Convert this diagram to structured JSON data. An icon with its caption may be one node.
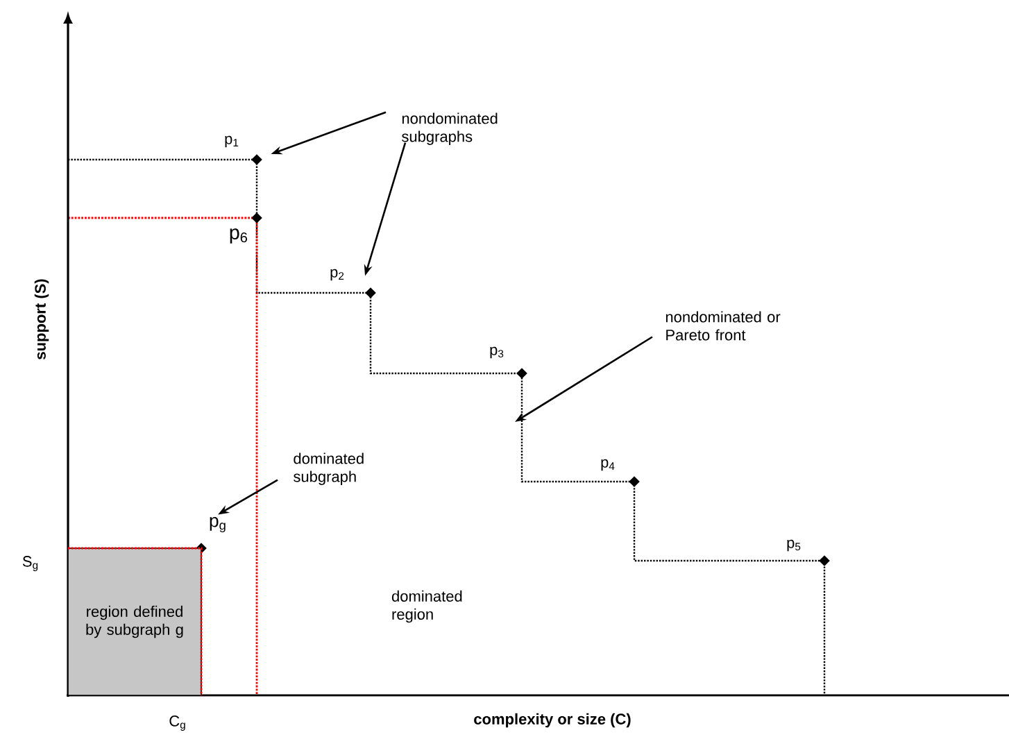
{
  "diagram": {
    "nodes": [
      {
        "text": [
          "nondominated subgraphs"
        ]
      },
      {
        "text": [],
        "shape": "diamond",
        "beside": [
          "p$_{1}$"
        ]
      },
      {
        "text": [],
        "shape": "diamond",
        "beside": [
          "p$_{6}$"
        ]
      },
      {
        "text": [],
        "shape": "diamond",
        "beside": [
          "p$_{2}$"
        ]
      },
      {
        "text": [
          "nondominated or Pareto front"
        ]
      },
      {
        "text": [],
        "shape": "diamond",
        "beside": [
          "p$_{3}$"
        ]
      },
      {
        "text": [
          "dominated subgraph"
        ]
      },
      {
        "text": [],
        "shape": "diamond",
        "beside": [
          "p$_{4}$"
        ]
      },
      {
        "text": [],
        "shape": "diamond",
        "beside": [
          "p$_{g}$"
        ]
      },
      {
        "text": [],
        "shape": "diamond",
        "beside": [
          "p$_{5}$"
        ]
      },
      {
        "text": [
          "region defined by subgraph g"
        ]
      }
    ],
    "edges": [
      {
        "from": 0,
        "to": 1,
        "arrow": "to"
      },
      {
        "from": 0,
        "to": 3,
        "arrow": "to"
      },
      {
        "from": 4,
        "to": null,
        "arrow": "to"
      },
      {
        "from": 6,
        "to": 8,
        "arrow": "to"
      }
    ],
    "labels": [
      "support (S)",
      "dominated region",
      "S$_{g}$",
      "C$_{g}$",
      "complexity or size (C)"
    ]
  }
}
